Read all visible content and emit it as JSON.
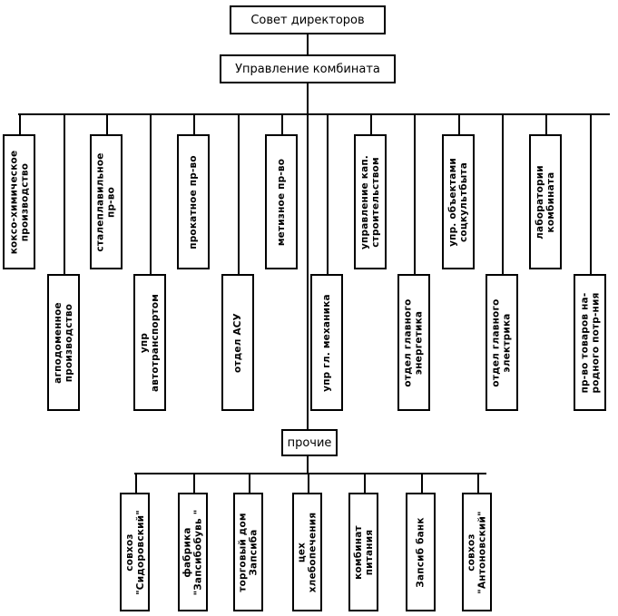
{
  "chart_title": "",
  "root": {
    "board_label": "Совет директоров",
    "management_label": "Управление комбината"
  },
  "divisions": [
    {
      "line1": "коксо-химическое",
      "line2": "производство"
    },
    {
      "line1": "агподоменное",
      "line2": "производство"
    },
    {
      "line1": "сталеплавильное",
      "line2": "пр-во"
    },
    {
      "line1": "упр",
      "line2": "автотранспортом"
    },
    {
      "line1": "прокатное пр-во",
      "line2": ""
    },
    {
      "line1": "отдел АСУ",
      "line2": ""
    },
    {
      "line1": "метизное пр-во",
      "line2": ""
    },
    {
      "line1": "упр гл. механика",
      "line2": ""
    },
    {
      "line1": "управление кап.",
      "line2": "строительством"
    },
    {
      "line1": "отдел главного",
      "line2": "энергетика"
    },
    {
      "line1": "упр. объектами",
      "line2": "соцкультбыта"
    },
    {
      "line1": "отдел главного",
      "line2": "электрика"
    },
    {
      "line1": "лаборатории",
      "line2": "комбината"
    },
    {
      "line1": "пр-во товаров на-",
      "line2": "родного потр-ния"
    }
  ],
  "other": {
    "label": "прочие",
    "children": [
      {
        "line1": "совхоз",
        "line2": "\"Сидоровский\""
      },
      {
        "line1": "фабрика",
        "line2": "\"Запсибобувь \""
      },
      {
        "line1": "торговый дом",
        "line2": "Запсиба"
      },
      {
        "line1": "цех",
        "line2": "хлебопечения"
      },
      {
        "line1": "комбинат",
        "line2": "питания"
      },
      {
        "line1": "Запсиб банк",
        "line2": ""
      },
      {
        "line1": "совхоз",
        "line2": "\"Антоновский\""
      }
    ]
  },
  "colors": {
    "line": "#000000",
    "box_fill": "#ffffff",
    "text": "#000000",
    "background": "#ffffff"
  }
}
